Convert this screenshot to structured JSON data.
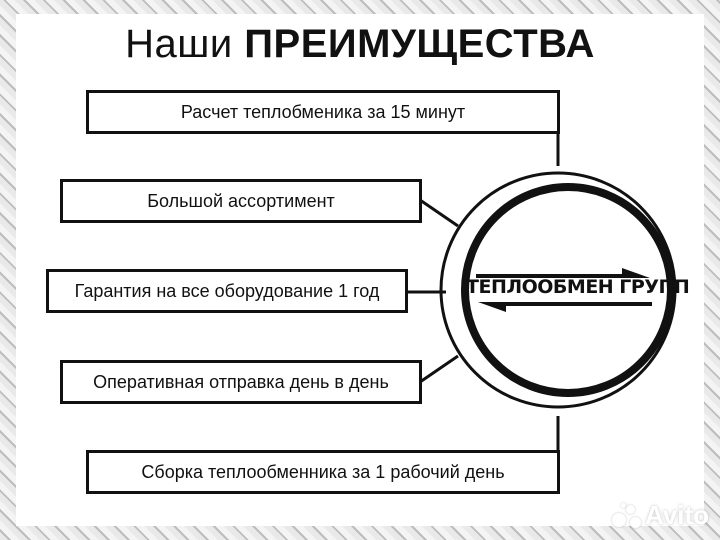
{
  "title": {
    "regular": "Наши",
    "bold": "ПРЕИМУЩЕСТВА"
  },
  "advantages": [
    "Расчет теплобменика за 15 минут",
    "Большой ассортимент",
    "Гарантия на все оборудование 1 год",
    "Оперативная отправка день в день",
    "Сборка теплообменника за 1 рабочий день"
  ],
  "logo": {
    "text": "ТЕПЛООБМЕН ГРУПП"
  },
  "watermark": {
    "text": "Avito"
  },
  "colors": {
    "stroke": "#111111",
    "background": "#ffffff"
  }
}
